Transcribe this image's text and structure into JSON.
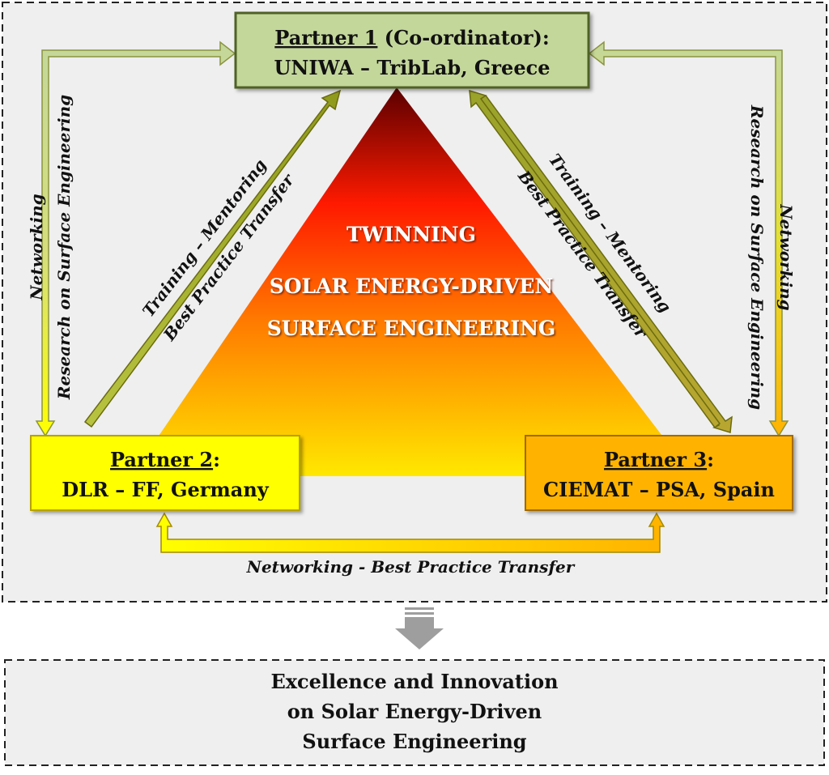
{
  "colors": {
    "panel_bg": "#efefef",
    "partner1_fill": "#c4d79b",
    "partner1_border": "#4f6228",
    "partner2_fill": "#ffff00",
    "partner3_fill": "#ffb300",
    "triangle_top": "#5a0000",
    "triangle_mid": "#ff1a00",
    "triangle_bottom": "#ffe800",
    "arrow_green": "#a3b86a",
    "arrow_olive": "#8f8f00",
    "arrow_down": "#9e9e9e"
  },
  "partner1": {
    "title": "Partner 1",
    "subtitle": " (Co-ordinator):",
    "name": "UNIWA – TribLab, Greece"
  },
  "partner2": {
    "title": "Partner 2",
    "colon": ":",
    "name": "DLR – FF, Germany"
  },
  "partner3": {
    "title": "Partner 3",
    "colon": ":",
    "name": "CIEMAT – PSA, Spain"
  },
  "triangle": {
    "line1": "TWINNING",
    "line2": "SOLAR ENERGY-DRIVEN",
    "line3": "SURFACE ENGINEERING"
  },
  "labels": {
    "left_outer_1": "Networking",
    "left_outer_2": "Research on Surface Engineering",
    "left_diag_1": "Training – Mentoring",
    "left_diag_2": "Best Practice Transfer",
    "right_diag_1": "Training – Mentoring",
    "right_diag_2": "Best Practice Transfer",
    "right_outer_1": "Networking",
    "right_outer_2": "Research on Surface Engineering",
    "bottom": "Networking - Best Practice Transfer"
  },
  "outcome": {
    "line1": "Excellence and Innovation",
    "line2": "on Solar Energy-Driven",
    "line3": "Surface Engineering"
  }
}
